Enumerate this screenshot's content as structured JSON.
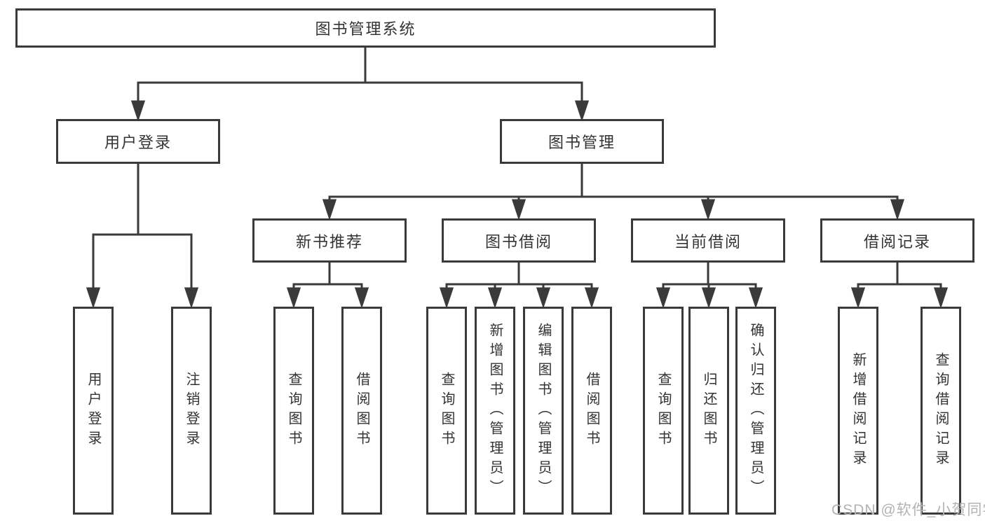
{
  "diagram_type": "hierarchy-tree",
  "colors": {
    "line": "#3a3a3a",
    "box_border": "#3a3a3a",
    "text": "#333333",
    "background": "#ffffff",
    "watermark": "#b3b3b3"
  },
  "tree": {
    "label": "图书管理系统",
    "children": [
      {
        "label": "用户登录",
        "children": [
          {
            "label": "用户登录"
          },
          {
            "label": "注销登录"
          }
        ]
      },
      {
        "label": "图书管理",
        "children": [
          {
            "label": "新书推荐",
            "children": [
              {
                "label": "查询图书"
              },
              {
                "label": "借阅图书"
              }
            ]
          },
          {
            "label": "图书借阅",
            "children": [
              {
                "label": "查询图书"
              },
              {
                "label": "新增图书（管理员）"
              },
              {
                "label": "编辑图书（管理员）"
              },
              {
                "label": "借阅图书"
              }
            ]
          },
          {
            "label": "当前借阅",
            "children": [
              {
                "label": "查询图书"
              },
              {
                "label": "归还图书"
              },
              {
                "label": "确认归还（管理员）"
              }
            ]
          },
          {
            "label": "借阅记录",
            "children": [
              {
                "label": "新增借阅记录"
              },
              {
                "label": "查询借阅记录"
              }
            ]
          }
        ]
      }
    ]
  },
  "watermark": {
    "text": "CSDN @软件_小贺同学"
  }
}
